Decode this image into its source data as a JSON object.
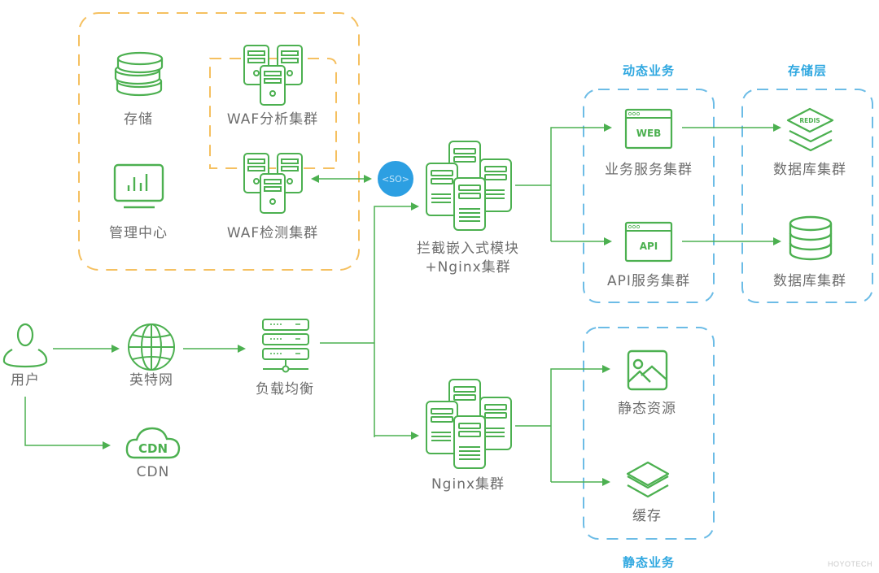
{
  "colors": {
    "green": "#4cb050",
    "orange_border": "#f5c060",
    "blue_border": "#6cbce6",
    "blue_title": "#2ea7e0",
    "so_badge": "#2c9fe2",
    "text_gray": "#6d6d6d"
  },
  "groups": {
    "waf_platform": {
      "title": ""
    },
    "dynamic": {
      "title": "动态业务"
    },
    "storage_layer": {
      "title": "存储层"
    },
    "static": {
      "title": "静态业务"
    }
  },
  "nodes": {
    "storage": {
      "label": "存储",
      "icon": "database-stack-icon"
    },
    "waf_analysis": {
      "label": "WAF分析集群",
      "icon": "server-cluster-icon"
    },
    "management": {
      "label": "管理中心",
      "icon": "monitor-chart-icon"
    },
    "waf_detection": {
      "label": "WAF检测集群",
      "icon": "server-cluster-icon"
    },
    "so_module": {
      "label": "<SO>",
      "icon": "so-badge-icon"
    },
    "intercept_nginx": {
      "label_line1": "拦截嵌入式模块",
      "label_line2": "+Nginx集群",
      "icon": "rack-cluster-icon"
    },
    "user": {
      "label": "用户",
      "icon": "user-icon"
    },
    "internet": {
      "label": "英特网",
      "icon": "globe-icon"
    },
    "load_balancer": {
      "label": "负载均衡",
      "icon": "load-balancer-icon"
    },
    "cdn": {
      "label": "CDN",
      "icon_text": "CDN",
      "icon": "cloud-cdn-icon"
    },
    "nginx": {
      "label": "Nginx集群",
      "icon": "rack-cluster-icon"
    },
    "web_service": {
      "label": "业务服务集群",
      "icon_text": "WEB",
      "icon": "browser-window-icon"
    },
    "api_service": {
      "label": "API服务集群",
      "icon_text": "API",
      "icon": "browser-window-icon"
    },
    "redis_db": {
      "label": "数据库集群",
      "icon_text": "REDIS",
      "icon": "layers-icon"
    },
    "db": {
      "label": "数据库集群",
      "icon": "database-icon"
    },
    "static_resource": {
      "label": "静态资源",
      "icon": "image-icon"
    },
    "cache": {
      "label": "缓存",
      "icon": "layers-icon"
    }
  },
  "edges": [
    {
      "from": "user",
      "to": "internet"
    },
    {
      "from": "internet",
      "to": "load_balancer"
    },
    {
      "from": "user",
      "to": "cdn"
    },
    {
      "from": "load_balancer",
      "to": "intercept_nginx"
    },
    {
      "from": "load_balancer",
      "to": "nginx"
    },
    {
      "from": "waf_detection",
      "to": "so_module",
      "bidirectional": true
    },
    {
      "from": "intercept_nginx",
      "to": "web_service"
    },
    {
      "from": "intercept_nginx",
      "to": "api_service"
    },
    {
      "from": "web_service",
      "to": "redis_db"
    },
    {
      "from": "api_service",
      "to": "db"
    },
    {
      "from": "nginx",
      "to": "static_resource"
    },
    {
      "from": "nginx",
      "to": "cache"
    }
  ],
  "watermark": "HOYOTECH"
}
